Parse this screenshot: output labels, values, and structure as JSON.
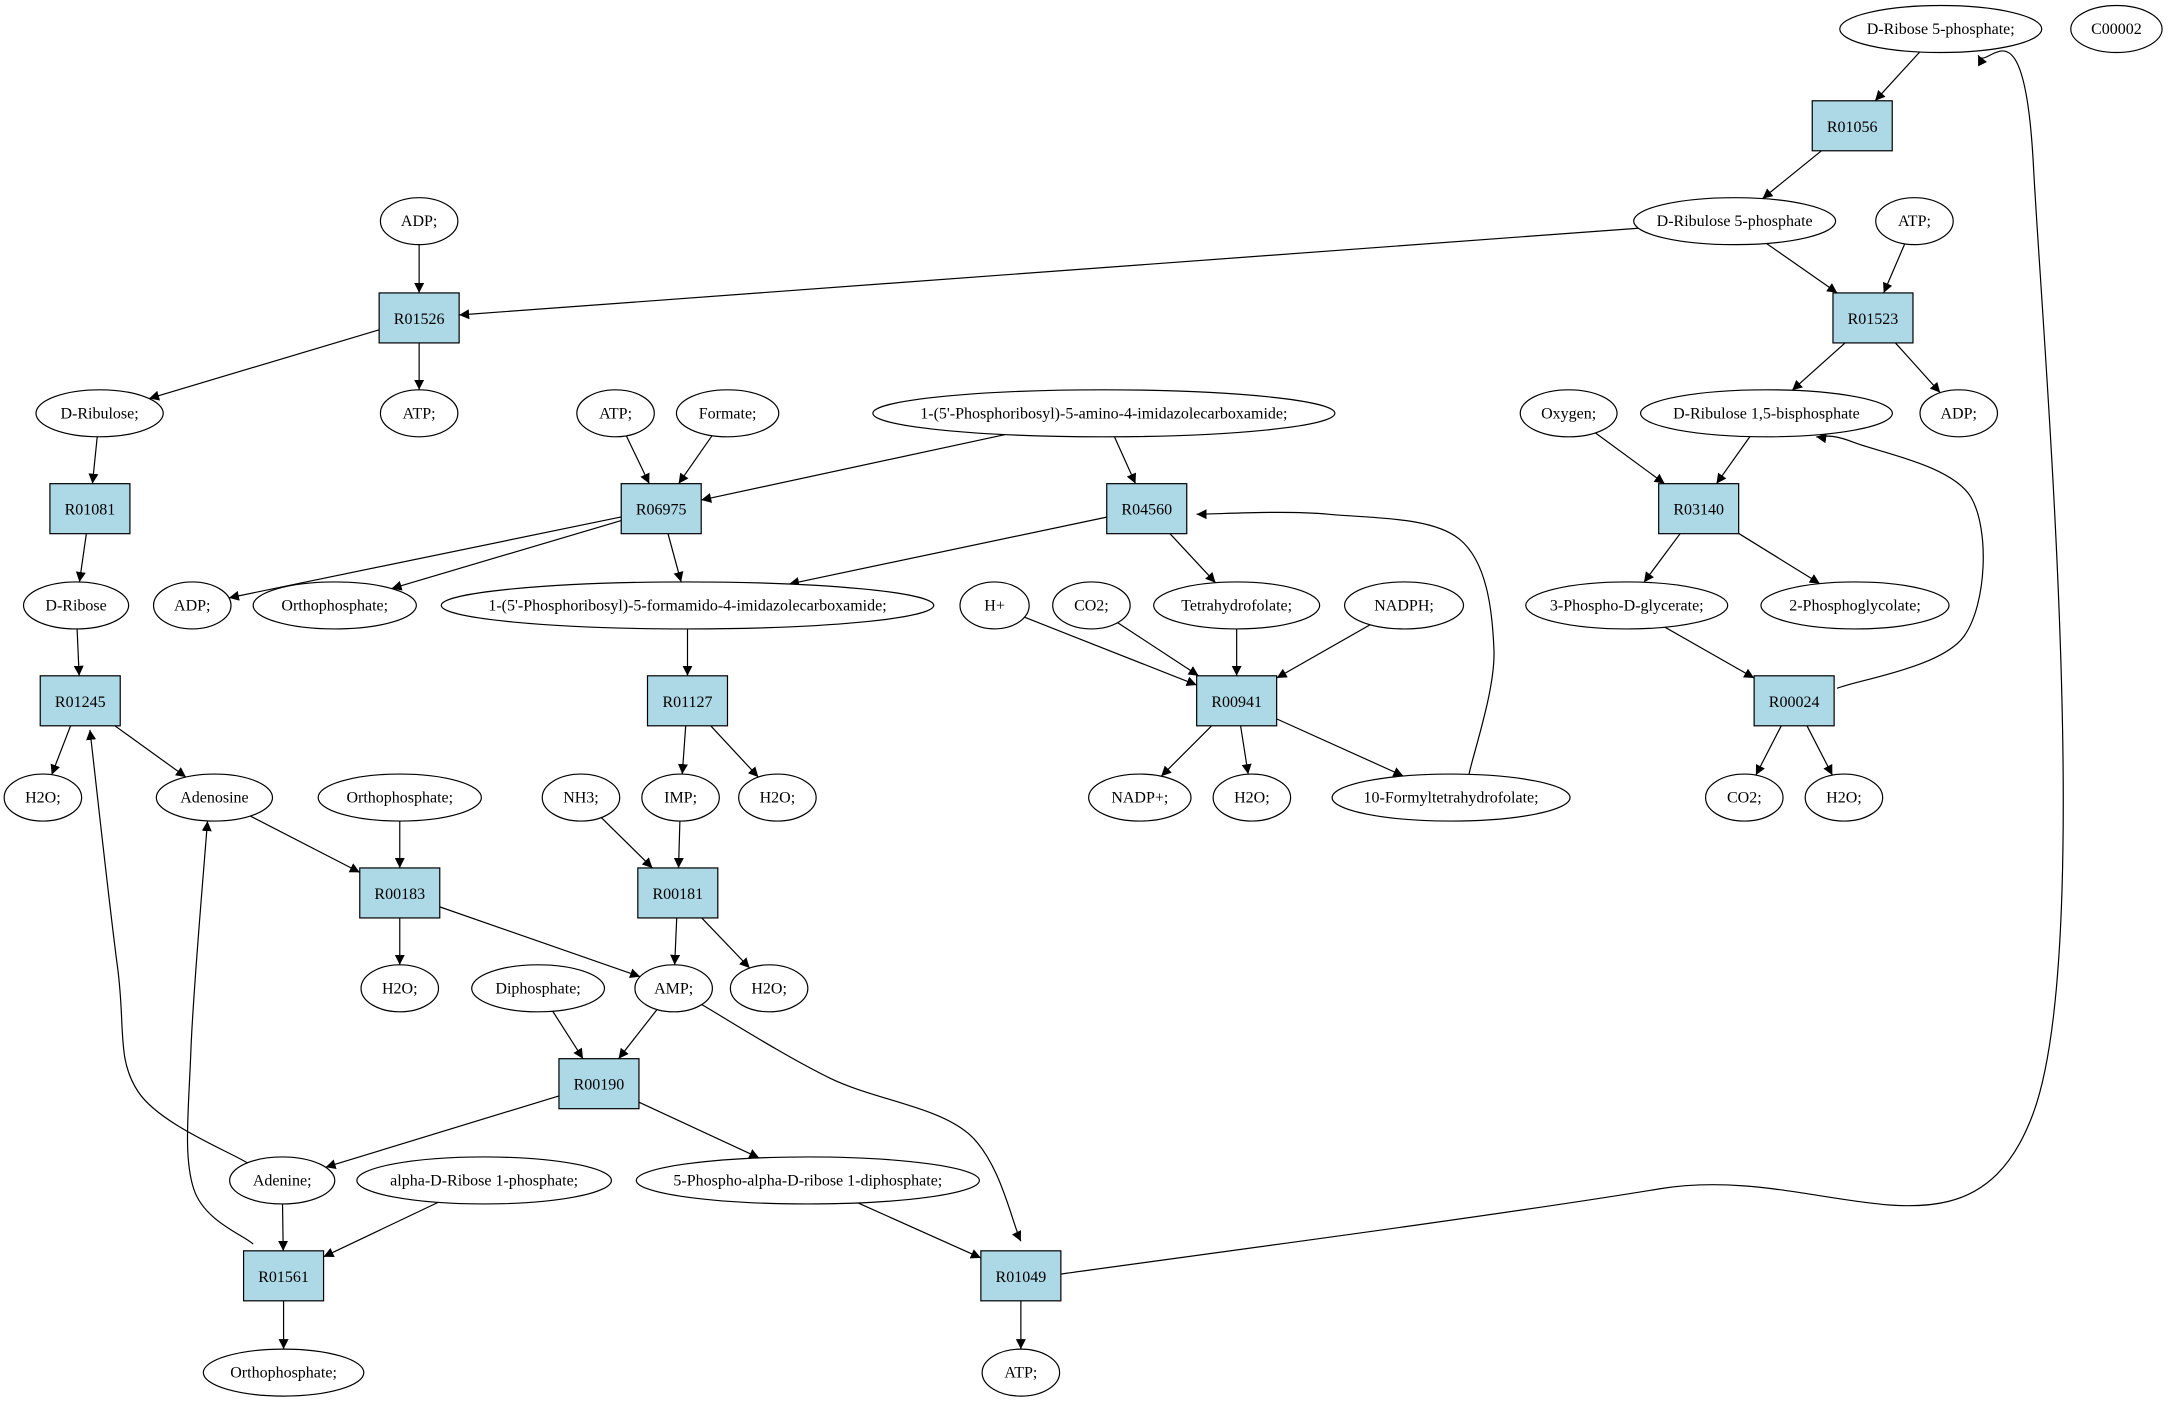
{
  "colors": {
    "reaction_fill": "#add8e6",
    "highlight_green": "#00ee00",
    "highlight_yellow": "#ffff00",
    "compound_fill": "#ffffff",
    "stroke": "#000000"
  },
  "reactions": [
    {
      "id": "r01056",
      "label": "R01056"
    },
    {
      "id": "r01526",
      "label": "R01526"
    },
    {
      "id": "r01523",
      "label": "R01523"
    },
    {
      "id": "r01081",
      "label": "R01081"
    },
    {
      "id": "r06975",
      "label": "R06975"
    },
    {
      "id": "r04560",
      "label": "R04560"
    },
    {
      "id": "r03140",
      "label": "R03140"
    },
    {
      "id": "r01245",
      "label": "R01245"
    },
    {
      "id": "r01127",
      "label": "R01127"
    },
    {
      "id": "r00941",
      "label": "R00941"
    },
    {
      "id": "r00024",
      "label": "R00024"
    },
    {
      "id": "r00183",
      "label": "R00183"
    },
    {
      "id": "r00181",
      "label": "R00181"
    },
    {
      "id": "r00190",
      "label": "R00190"
    },
    {
      "id": "r01561",
      "label": "R01561"
    },
    {
      "id": "r01049",
      "label": "R01049"
    }
  ],
  "compounds": [
    {
      "id": "ribose5p",
      "label": "D-Ribose 5-phosphate;",
      "fill": "highlight_green"
    },
    {
      "id": "c00002",
      "label": "C00002",
      "fill": "highlight_yellow"
    },
    {
      "id": "adp1",
      "label": "ADP;"
    },
    {
      "id": "ribulose5p",
      "label": "D-Ribulose 5-phosphate"
    },
    {
      "id": "atp_r1523",
      "label": "ATP;"
    },
    {
      "id": "ribulose",
      "label": "D-Ribulose;"
    },
    {
      "id": "atp_r1526",
      "label": "ATP;"
    },
    {
      "id": "atp_r6975",
      "label": "ATP;"
    },
    {
      "id": "formate",
      "label": "Formate;"
    },
    {
      "id": "aicar",
      "label": "1-(5'-Phosphoribosyl)-5-amino-4-imidazolecarboxamide;"
    },
    {
      "id": "oxygen",
      "label": "Oxygen;"
    },
    {
      "id": "rubp",
      "label": "D-Ribulose 1,5-bisphosphate"
    },
    {
      "id": "adp_r1523",
      "label": "ADP;"
    },
    {
      "id": "ribose",
      "label": "D-Ribose"
    },
    {
      "id": "adp_r6975",
      "label": "ADP;"
    },
    {
      "id": "pi_r6975",
      "label": "Orthophosphate;"
    },
    {
      "id": "faicar",
      "label": "1-(5'-Phosphoribosyl)-5-formamido-4-imidazolecarboxamide;"
    },
    {
      "id": "hplus",
      "label": "H+"
    },
    {
      "id": "co2_r941",
      "label": "CO2;"
    },
    {
      "id": "thf",
      "label": "Tetrahydrofolate;"
    },
    {
      "id": "nadph",
      "label": "NADPH;"
    },
    {
      "id": "pga3",
      "label": "3-Phospho-D-glycerate;"
    },
    {
      "id": "pg2",
      "label": "2-Phosphoglycolate;"
    },
    {
      "id": "h2o_r1245",
      "label": "H2O;"
    },
    {
      "id": "adenosine",
      "label": "Adenosine"
    },
    {
      "id": "pi_r183",
      "label": "Orthophosphate;"
    },
    {
      "id": "nh3",
      "label": "NH3;"
    },
    {
      "id": "imp",
      "label": "IMP;"
    },
    {
      "id": "h2o_r1127",
      "label": "H2O;"
    },
    {
      "id": "nadp",
      "label": "NADP+;"
    },
    {
      "id": "h2o_r941",
      "label": "H2O;"
    },
    {
      "id": "fthf",
      "label": "10-Formyltetrahydrofolate;"
    },
    {
      "id": "co2_r24",
      "label": "CO2;"
    },
    {
      "id": "h2o_r24",
      "label": "H2O;"
    },
    {
      "id": "h2o_r183",
      "label": "H2O;"
    },
    {
      "id": "diphosphate",
      "label": "Diphosphate;"
    },
    {
      "id": "amp",
      "label": "AMP;"
    },
    {
      "id": "h2o_r181",
      "label": "H2O;"
    },
    {
      "id": "adenine",
      "label": "Adenine;"
    },
    {
      "id": "r1p",
      "label": "alpha-D-Ribose 1-phosphate;"
    },
    {
      "id": "prpp",
      "label": "5-Phospho-alpha-D-ribose 1-diphosphate;"
    },
    {
      "id": "pi_r1561",
      "label": "Orthophosphate;"
    },
    {
      "id": "atp_r1049",
      "label": "ATP;"
    }
  ],
  "edges": [
    {
      "from": "ribose5p",
      "to": "r01056"
    },
    {
      "from": "r01056",
      "to": "ribulose5p"
    },
    {
      "from": "ribulose5p",
      "to": "r01526"
    },
    {
      "from": "ribulose5p",
      "to": "r01523"
    },
    {
      "from": "adp1",
      "to": "r01526"
    },
    {
      "from": "atp_r1523",
      "to": "r01523"
    },
    {
      "from": "r01526",
      "to": "ribulose"
    },
    {
      "from": "r01526",
      "to": "atp_r1526"
    },
    {
      "from": "r01523",
      "to": "rubp"
    },
    {
      "from": "r01523",
      "to": "adp_r1523"
    },
    {
      "from": "ribulose",
      "to": "r01081"
    },
    {
      "from": "r01081",
      "to": "ribose"
    },
    {
      "from": "atp_r6975",
      "to": "r06975"
    },
    {
      "from": "formate",
      "to": "r06975"
    },
    {
      "from": "aicar",
      "to": "r06975"
    },
    {
      "from": "aicar",
      "to": "r04560"
    },
    {
      "from": "r06975",
      "to": "adp_r6975"
    },
    {
      "from": "r06975",
      "to": "pi_r6975"
    },
    {
      "from": "r06975",
      "to": "faicar"
    },
    {
      "from": "r04560",
      "to": "faicar"
    },
    {
      "from": "r04560",
      "to": "thf"
    },
    {
      "from": "oxygen",
      "to": "r03140"
    },
    {
      "from": "rubp",
      "to": "r03140"
    },
    {
      "from": "r03140",
      "to": "pga3"
    },
    {
      "from": "r03140",
      "to": "pg2"
    },
    {
      "from": "ribose",
      "to": "r01245"
    },
    {
      "from": "faicar",
      "to": "r01127"
    },
    {
      "from": "hplus",
      "to": "r00941"
    },
    {
      "from": "co2_r941",
      "to": "r00941"
    },
    {
      "from": "thf",
      "to": "r00941"
    },
    {
      "from": "nadph",
      "to": "r00941"
    },
    {
      "from": "pga3",
      "to": "r00024"
    },
    {
      "from": "r00024",
      "to": "rubp"
    },
    {
      "from": "r01245",
      "to": "h2o_r1245"
    },
    {
      "from": "r01245",
      "to": "adenosine"
    },
    {
      "from": "r01127",
      "to": "imp"
    },
    {
      "from": "r01127",
      "to": "h2o_r1127"
    },
    {
      "from": "r00941",
      "to": "nadp"
    },
    {
      "from": "r00941",
      "to": "h2o_r941"
    },
    {
      "from": "r00941",
      "to": "fthf"
    },
    {
      "from": "fthf",
      "to": "r04560"
    },
    {
      "from": "r00024",
      "to": "co2_r24"
    },
    {
      "from": "r00024",
      "to": "h2o_r24"
    },
    {
      "from": "adenosine",
      "to": "r00183"
    },
    {
      "from": "pi_r183",
      "to": "r00183"
    },
    {
      "from": "nh3",
      "to": "r00181"
    },
    {
      "from": "imp",
      "to": "r00181"
    },
    {
      "from": "r00183",
      "to": "h2o_r183"
    },
    {
      "from": "r00183",
      "to": "amp"
    },
    {
      "from": "r00181",
      "to": "amp"
    },
    {
      "from": "r00181",
      "to": "h2o_r181"
    },
    {
      "from": "diphosphate",
      "to": "r00190"
    },
    {
      "from": "amp",
      "to": "r00190"
    },
    {
      "from": "amp",
      "to": "r01049"
    },
    {
      "from": "r00190",
      "to": "adenine"
    },
    {
      "from": "r00190",
      "to": "prpp"
    },
    {
      "from": "adenine",
      "to": "r01561"
    },
    {
      "from": "adenine",
      "to": "r01245"
    },
    {
      "from": "r1p",
      "to": "r01561"
    },
    {
      "from": "r01561",
      "to": "adenosine"
    },
    {
      "from": "r01561",
      "to": "pi_r1561"
    },
    {
      "from": "prpp",
      "to": "r01049"
    },
    {
      "from": "r01049",
      "to": "atp_r1049"
    },
    {
      "from": "r01049",
      "to": "ribose5p"
    }
  ]
}
